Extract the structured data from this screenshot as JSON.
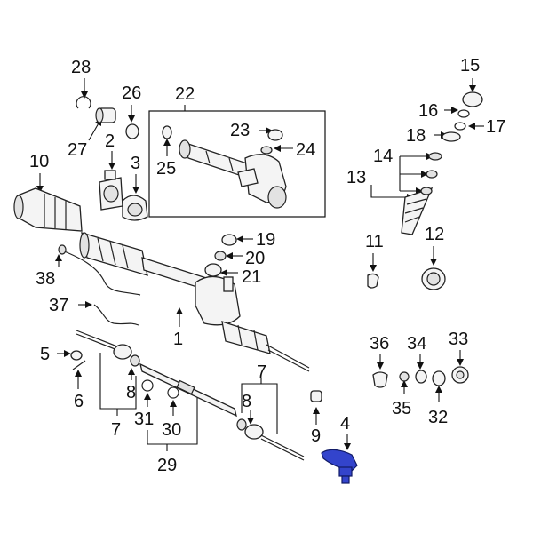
{
  "colors": {
    "highlight": "#3344cc",
    "line": "#222222",
    "background": "#ffffff"
  },
  "callouts": [
    {
      "id": "c1",
      "text": "1"
    },
    {
      "id": "c2",
      "text": "2"
    },
    {
      "id": "c3",
      "text": "3"
    },
    {
      "id": "c4",
      "text": "4"
    },
    {
      "id": "c5",
      "text": "5"
    },
    {
      "id": "c6",
      "text": "6"
    },
    {
      "id": "c7a",
      "text": "7"
    },
    {
      "id": "c7b",
      "text": "7"
    },
    {
      "id": "c8a",
      "text": "8"
    },
    {
      "id": "c8b",
      "text": "8"
    },
    {
      "id": "c9",
      "text": "9"
    },
    {
      "id": "c10",
      "text": "10"
    },
    {
      "id": "c11",
      "text": "11"
    },
    {
      "id": "c12",
      "text": "12"
    },
    {
      "id": "c13",
      "text": "13"
    },
    {
      "id": "c14",
      "text": "14"
    },
    {
      "id": "c15",
      "text": "15"
    },
    {
      "id": "c16",
      "text": "16"
    },
    {
      "id": "c17",
      "text": "17"
    },
    {
      "id": "c18",
      "text": "18"
    },
    {
      "id": "c19",
      "text": "19"
    },
    {
      "id": "c20",
      "text": "20"
    },
    {
      "id": "c21",
      "text": "21"
    },
    {
      "id": "c22",
      "text": "22"
    },
    {
      "id": "c23",
      "text": "23"
    },
    {
      "id": "c24",
      "text": "24"
    },
    {
      "id": "c25",
      "text": "25"
    },
    {
      "id": "c26",
      "text": "26"
    },
    {
      "id": "c27",
      "text": "27"
    },
    {
      "id": "c28",
      "text": "28"
    },
    {
      "id": "c29",
      "text": "29"
    },
    {
      "id": "c30",
      "text": "30"
    },
    {
      "id": "c31",
      "text": "31"
    },
    {
      "id": "c32",
      "text": "32"
    },
    {
      "id": "c33",
      "text": "33"
    },
    {
      "id": "c34",
      "text": "34"
    },
    {
      "id": "c35",
      "text": "35"
    },
    {
      "id": "c36",
      "text": "36"
    },
    {
      "id": "c37",
      "text": "37"
    },
    {
      "id": "c38",
      "text": "38"
    }
  ]
}
